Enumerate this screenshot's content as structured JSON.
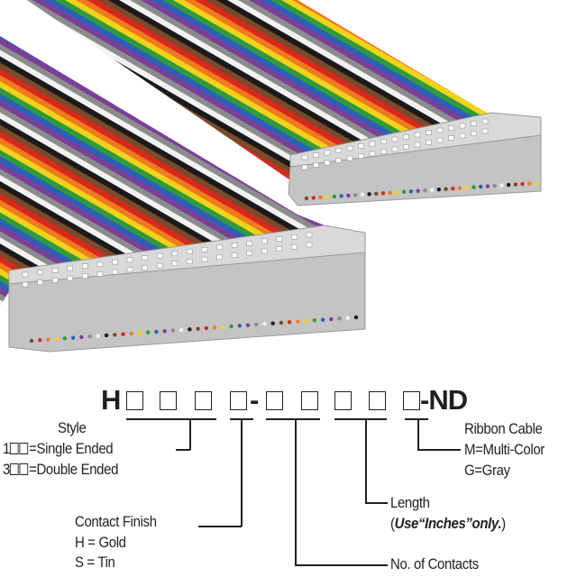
{
  "part_number": {
    "prefix": "H",
    "suffix": "-ND",
    "separator": "-"
  },
  "labels": {
    "style": {
      "title": "Style",
      "single": "=Single Ended",
      "single_code": "1",
      "double": "=Double Ended",
      "double_code": "3"
    },
    "contact_finish": {
      "title": "Contact Finish",
      "gold": "H = Gold",
      "tin": "S = Tin"
    },
    "contacts": {
      "title": "No. of Contacts"
    },
    "length": {
      "title": "Length",
      "note_open": "(",
      "note_bold": "Use“Inches”only.",
      "note_close": ")"
    },
    "ribbon": {
      "title": "Ribbon Cable",
      "multi": "M=Multi-Color",
      "gray": "G=Gray"
    }
  },
  "colors": {
    "wire_colors": [
      "#7a4a2a",
      "#d8281e",
      "#f07a1e",
      "#f2d21a",
      "#2f9a3c",
      "#2c5fb8",
      "#7b3f98",
      "#8c8c8c",
      "#f2f2f2",
      "#1a1a1a"
    ],
    "connector": "#c9c9c9"
  }
}
